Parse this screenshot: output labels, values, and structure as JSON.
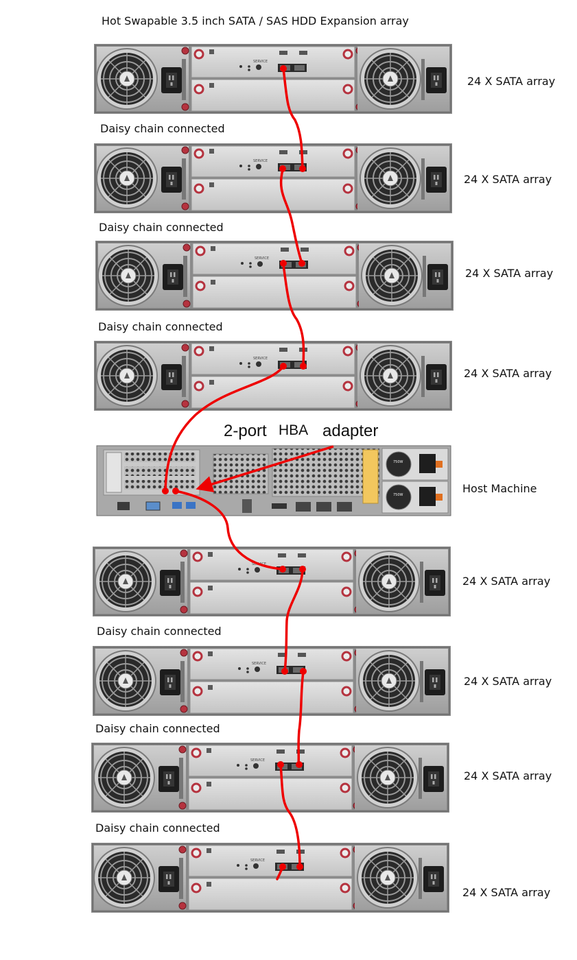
{
  "title": "Hot Swapable 3.5 inch SATA / SAS HDD Expansion array",
  "array_label": "24 X SATA array",
  "daisy_label": "Daisy chain connected",
  "host_label": "Host Machine",
  "hba": {
    "part1": "2-port",
    "part2": "HBA",
    "part3": "adapter"
  },
  "psu_watts": "750W",
  "service_label": "SERVICE",
  "colors": {
    "cable": "#ee0000",
    "chassis": "#8a8a8a",
    "panel": "#d4d4d4",
    "handle": "#b5333f"
  }
}
